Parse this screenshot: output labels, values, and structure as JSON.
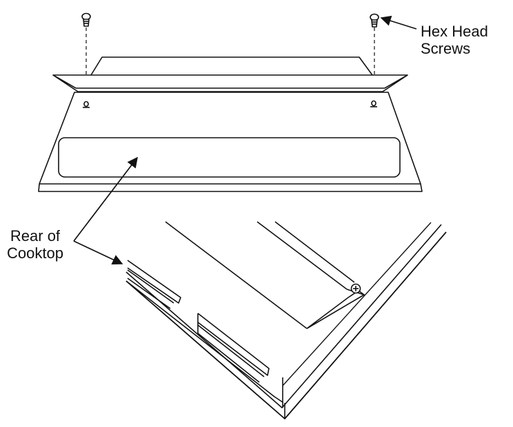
{
  "labels": {
    "hex_head_screws": [
      "Hex Head",
      "Screws"
    ],
    "rear_of_cooktop": [
      "Rear of",
      "Cooktop"
    ]
  },
  "colors": {
    "stroke": "#111111",
    "background": "#ffffff"
  },
  "icons": [
    "hex-head-screw-icon",
    "arrowhead-icon"
  ]
}
